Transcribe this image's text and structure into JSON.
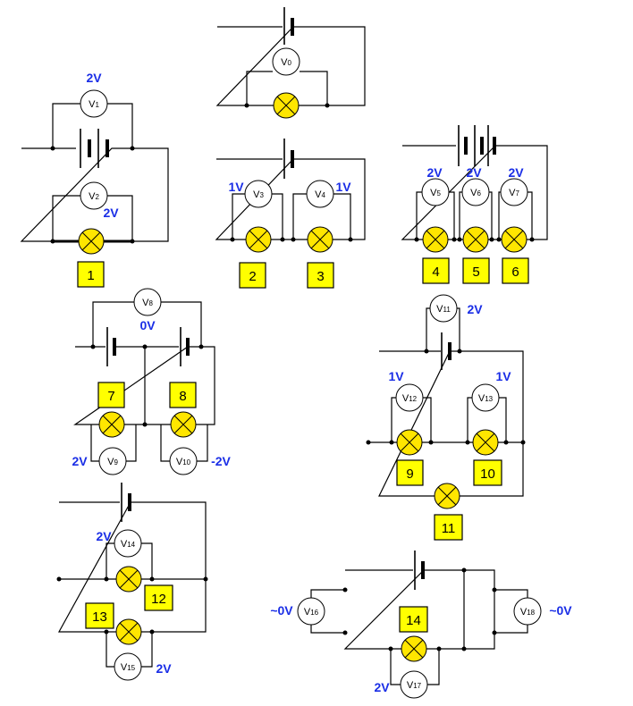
{
  "meters": {
    "m0": {
      "name": "V",
      "sub": "0"
    },
    "m1": {
      "name": "V",
      "sub": "1"
    },
    "m2": {
      "name": "V",
      "sub": "2"
    },
    "m3": {
      "name": "V",
      "sub": "3"
    },
    "m4": {
      "name": "V",
      "sub": "4"
    },
    "m5": {
      "name": "V",
      "sub": "5"
    },
    "m6": {
      "name": "V",
      "sub": "6"
    },
    "m7": {
      "name": "V",
      "sub": "7"
    },
    "m8": {
      "name": "V",
      "sub": "8"
    },
    "m9": {
      "name": "V",
      "sub": "9"
    },
    "m10": {
      "name": "V",
      "sub": "10"
    },
    "m11": {
      "name": "V",
      "sub": "11"
    },
    "m12": {
      "name": "V",
      "sub": "12"
    },
    "m13": {
      "name": "V",
      "sub": "13"
    },
    "m14": {
      "name": "V",
      "sub": "14"
    },
    "m15": {
      "name": "V",
      "sub": "15"
    },
    "m16": {
      "name": "V",
      "sub": "16"
    },
    "m17": {
      "name": "V",
      "sub": "17"
    },
    "m18": {
      "name": "V",
      "sub": "18"
    }
  },
  "readings": {
    "v1": "2V",
    "v2": "2V",
    "v3": "1V",
    "v4": "1V",
    "v5": "2V",
    "v6": "2V",
    "v7": "2V",
    "v8": "0V",
    "v9": "2V",
    "v10": "-2V",
    "v11": "2V",
    "v12": "1V",
    "v13": "1V",
    "v14": "2V",
    "v15": "2V",
    "v16": "~0V",
    "v17": "2V",
    "v18": "~0V"
  },
  "lamp_labels": {
    "l1": "1",
    "l2": "2",
    "l3": "3",
    "l4": "4",
    "l5": "5",
    "l6": "6",
    "l7": "7",
    "l8": "8",
    "l9": "9",
    "l10": "10",
    "l11": "11",
    "l12": "12",
    "l13": "13",
    "l14": "14"
  },
  "colors": {
    "lamp_fill": "#ffe600",
    "label_fill": "#ffff00",
    "reading_text": "#1a2ee6",
    "wire": "#000000"
  },
  "icons": {
    "meter": "voltmeter-icon",
    "lamp": "lamp-icon",
    "cell": "battery-cell-icon"
  }
}
